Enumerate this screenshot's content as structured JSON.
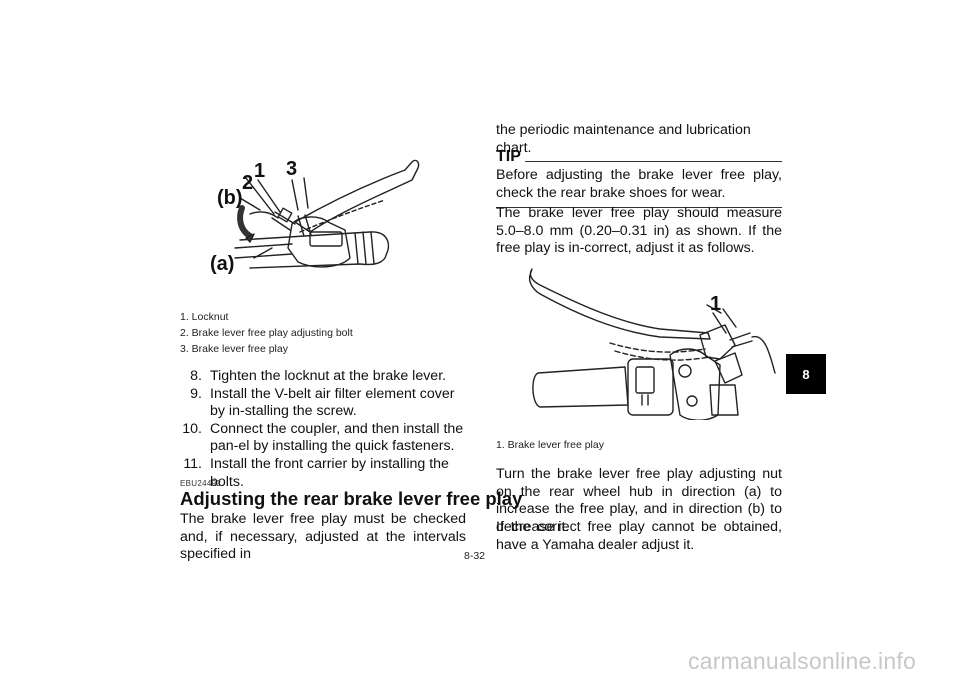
{
  "figure1": {
    "callouts": {
      "n1": "1",
      "n2": "2",
      "n3": "3",
      "a": "(a)",
      "b": "(b)"
    },
    "captions": [
      "1.  Locknut",
      "2.  Brake lever free play adjusting bolt",
      "3.  Brake lever free play"
    ]
  },
  "steps": [
    {
      "num": "8.",
      "text": "Tighten the locknut at the brake lever."
    },
    {
      "num": "9.",
      "text": "Install the V-belt air filter element cover by in-stalling the screw."
    },
    {
      "num": "10.",
      "text": "Connect the coupler, and then install the pan-el by installing the quick fasteners."
    },
    {
      "num": "11.",
      "text": "Install the front carrier by installing the bolts."
    }
  ],
  "section": {
    "code": "EBU24492",
    "heading": "Adjusting the rear brake lever free play",
    "intro": "The brake lever free play must be checked and, if necessary, adjusted at the intervals specified in"
  },
  "right_column": {
    "continuation": "the periodic maintenance and lubrication chart.",
    "tip_label": "TIP",
    "tip_text": "Before adjusting the brake lever free play, check the rear brake shoes for wear.",
    "para1": "The brake lever free play should measure 5.0–8.0 mm (0.20–0.31 in) as shown. If the free play is in-correct, adjust it as follows.",
    "fig2_callout": "1",
    "fig2_caption": "1.  Brake lever free play",
    "para2": "Turn the brake lever free play adjusting nut on the rear wheel hub in direction (a) to increase the free play, and in direction (b) to decrease it.",
    "para3": "If the correct free play cannot be obtained, have a Yamaha dealer adjust it."
  },
  "page_number": "8-32",
  "chapter_tab": "8",
  "watermark": "carmanualsonline.info"
}
